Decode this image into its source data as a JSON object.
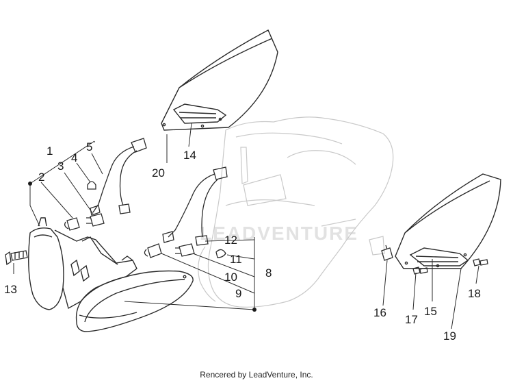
{
  "diagram": {
    "watermark": "LEADVENTURE",
    "callouts": [
      "1",
      "2",
      "3",
      "4",
      "5",
      "8",
      "9",
      "10",
      "11",
      "12",
      "13",
      "14",
      "15",
      "16",
      "17",
      "18",
      "19",
      "20"
    ]
  },
  "footer": {
    "text": "Rencered by LeadVenture, Inc."
  },
  "colors": {
    "line": "#2a2a2a",
    "faint": "#c8c8c8",
    "watermark": "#e0e0e0"
  }
}
